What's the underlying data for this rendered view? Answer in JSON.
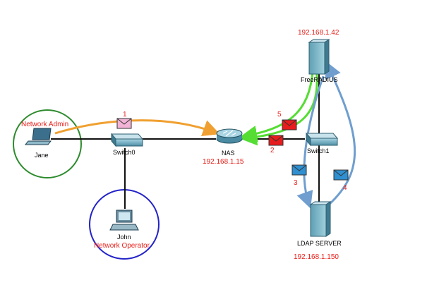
{
  "colors": {
    "red_text": "#e8201a",
    "orange_path": "#f0a030",
    "green_path": "#55dd33",
    "blue_path": "#6f9ecf",
    "admin_circle": "#2e8b2e",
    "operator_circle": "#2323c8",
    "link": "#111111"
  },
  "nodes": {
    "jane": {
      "name": "Jane",
      "role": "Network Admin"
    },
    "john": {
      "name": "John",
      "role": "Network Operator"
    },
    "switch0": {
      "name": "Switch0"
    },
    "switch1": {
      "name": "Switch1"
    },
    "nas": {
      "name": "NAS",
      "ip": "192.168.1.15"
    },
    "radius": {
      "name": "FreeRADIUS",
      "ip": "192.168.1.42"
    },
    "ldap": {
      "name": "LDAP SERVER",
      "ip": "192.168.1.150"
    }
  },
  "messages": [
    {
      "step": "1",
      "color": "pink",
      "icon": "envelope-icon"
    },
    {
      "step": "2",
      "color": "red",
      "icon": "envelope-icon"
    },
    {
      "step": "3",
      "color": "blue",
      "icon": "envelope-icon"
    },
    {
      "step": "4",
      "color": "blue",
      "icon": "envelope-icon"
    },
    {
      "step": "5",
      "color": "red",
      "icon": "envelope-icon"
    }
  ]
}
